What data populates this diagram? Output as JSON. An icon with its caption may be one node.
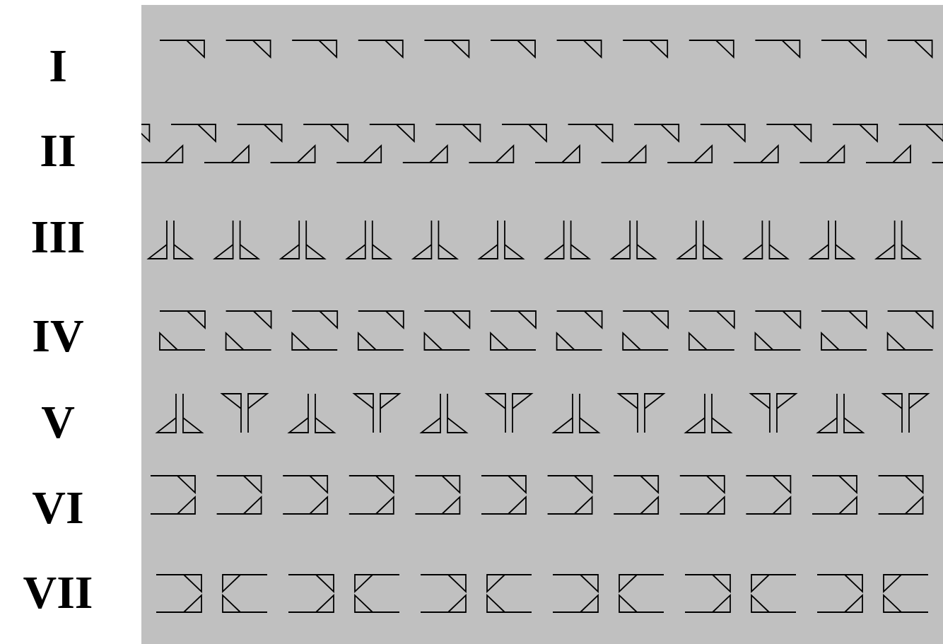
{
  "diagram": {
    "labels": [
      "I",
      "II",
      "III",
      "IV",
      "V",
      "VI",
      "VII"
    ]
  }
}
